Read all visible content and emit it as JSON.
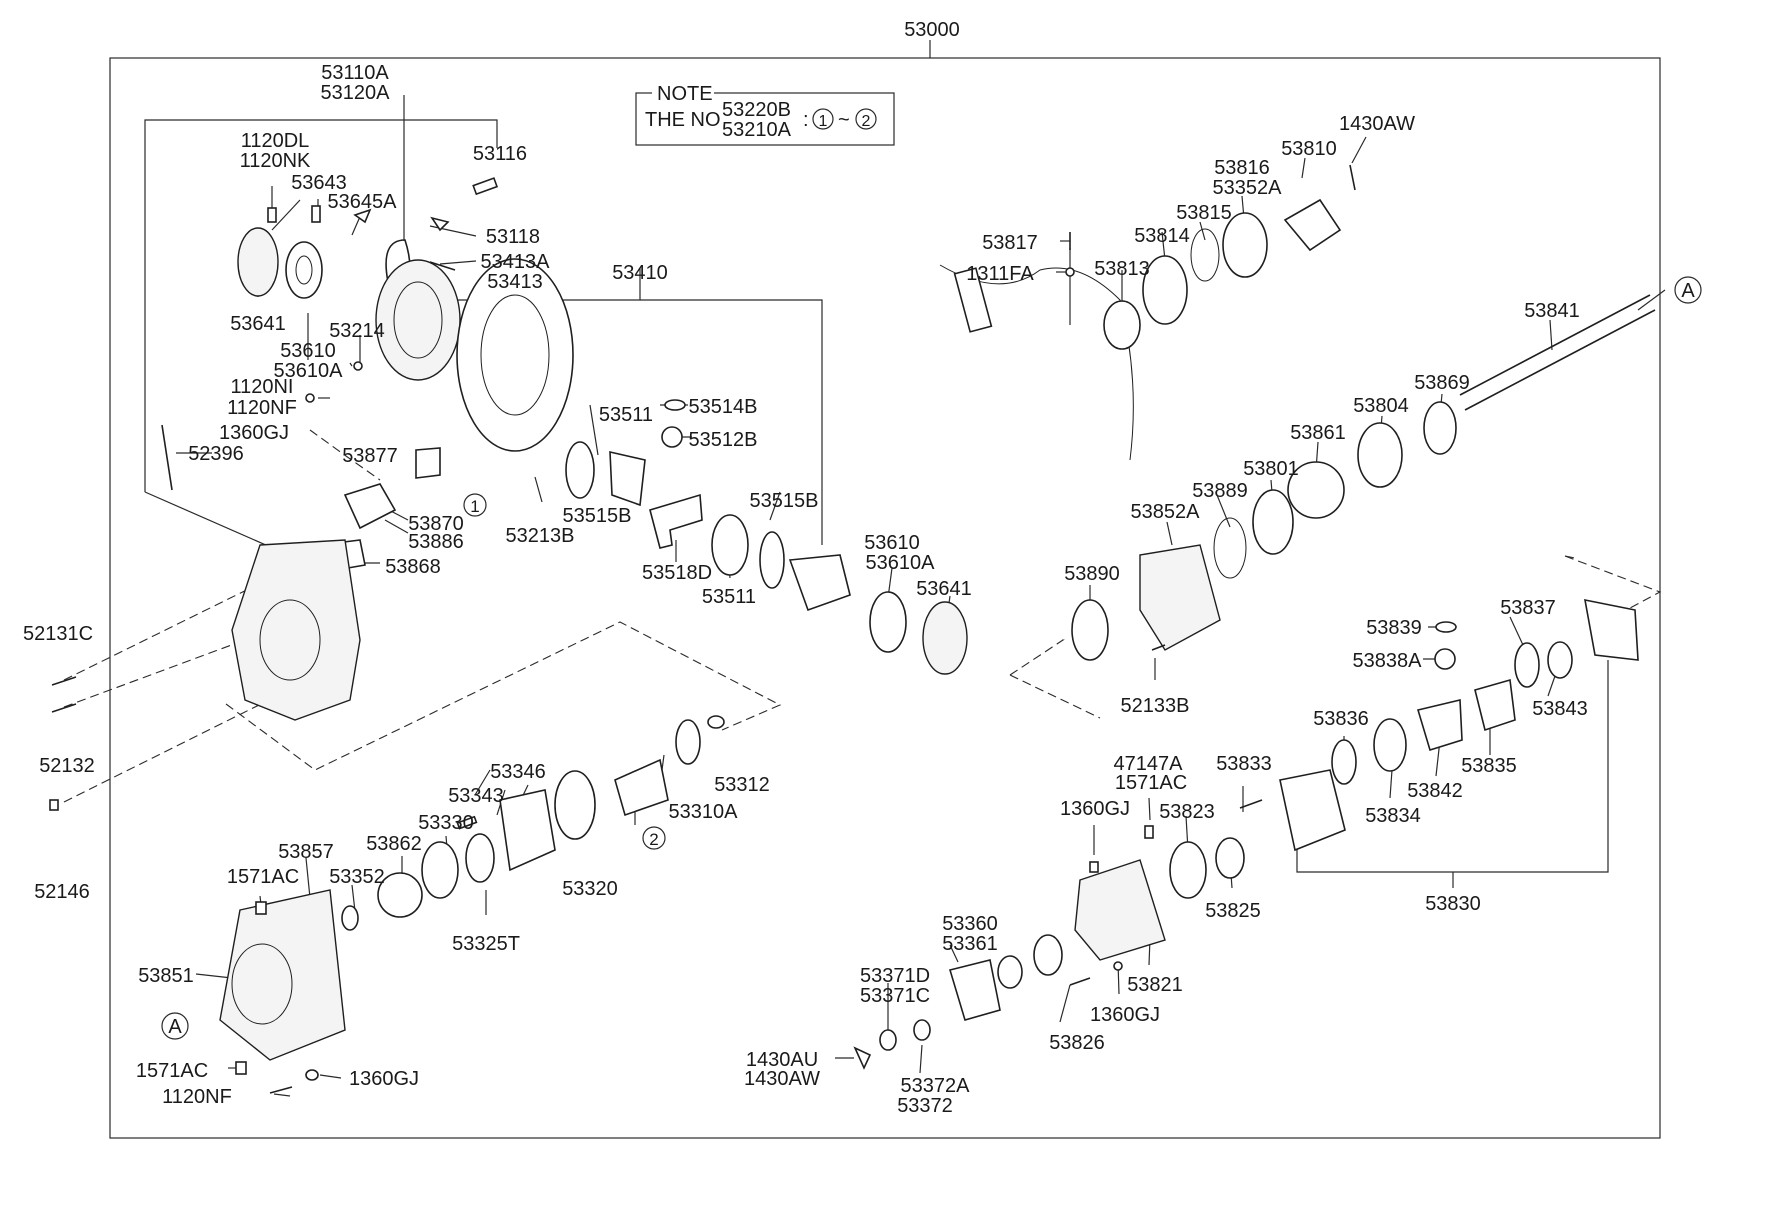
{
  "main_assembly": "53000",
  "note": {
    "title": "NOTE",
    "line_prefix": "THE NO",
    "part_a": "53220B",
    "part_b": "53210A",
    "colon": ":",
    "range_start": "1",
    "tilde": "~",
    "range_end": "2"
  },
  "markers": [
    "1",
    "2",
    "A",
    "A"
  ],
  "labels": [
    "53110A",
    "53120A",
    "1120DL",
    "1120NK",
    "53643",
    "53645A",
    "53116",
    "53118",
    "53413A",
    "53413",
    "53641",
    "53610",
    "53610A",
    "53214",
    "1120NI",
    "1120NF",
    "1360GJ",
    "52396",
    "53877",
    "53410",
    "53511",
    "53514B",
    "53512B",
    "53515B",
    "53213B",
    "53870",
    "53886",
    "53868",
    "53515B",
    "53518D",
    "53511",
    "53610",
    "53610A",
    "53641",
    "52131C",
    "52132",
    "52146",
    "53346",
    "53343",
    "53330",
    "53862",
    "53857",
    "1571AC",
    "53352",
    "53325T",
    "53320",
    "53312",
    "53310A",
    "53851",
    "1571AC",
    "1120NF",
    "1360GJ",
    "1430AW",
    "53810",
    "53816",
    "53352A",
    "53815",
    "53814",
    "53817",
    "1311FA",
    "53813",
    "53841",
    "53869",
    "53804",
    "53861",
    "53801",
    "53889",
    "53852A",
    "53890",
    "52133B",
    "53837",
    "53839",
    "53838A",
    "53843",
    "53836",
    "53835",
    "53842",
    "53834",
    "53833",
    "47147A",
    "1571AC",
    "1360GJ",
    "53823",
    "53825",
    "53830",
    "53360",
    "53361",
    "53821",
    "1360GJ",
    "53826",
    "53371D",
    "53371C",
    "1430AU",
    "1430AW",
    "53372A",
    "53372"
  ]
}
